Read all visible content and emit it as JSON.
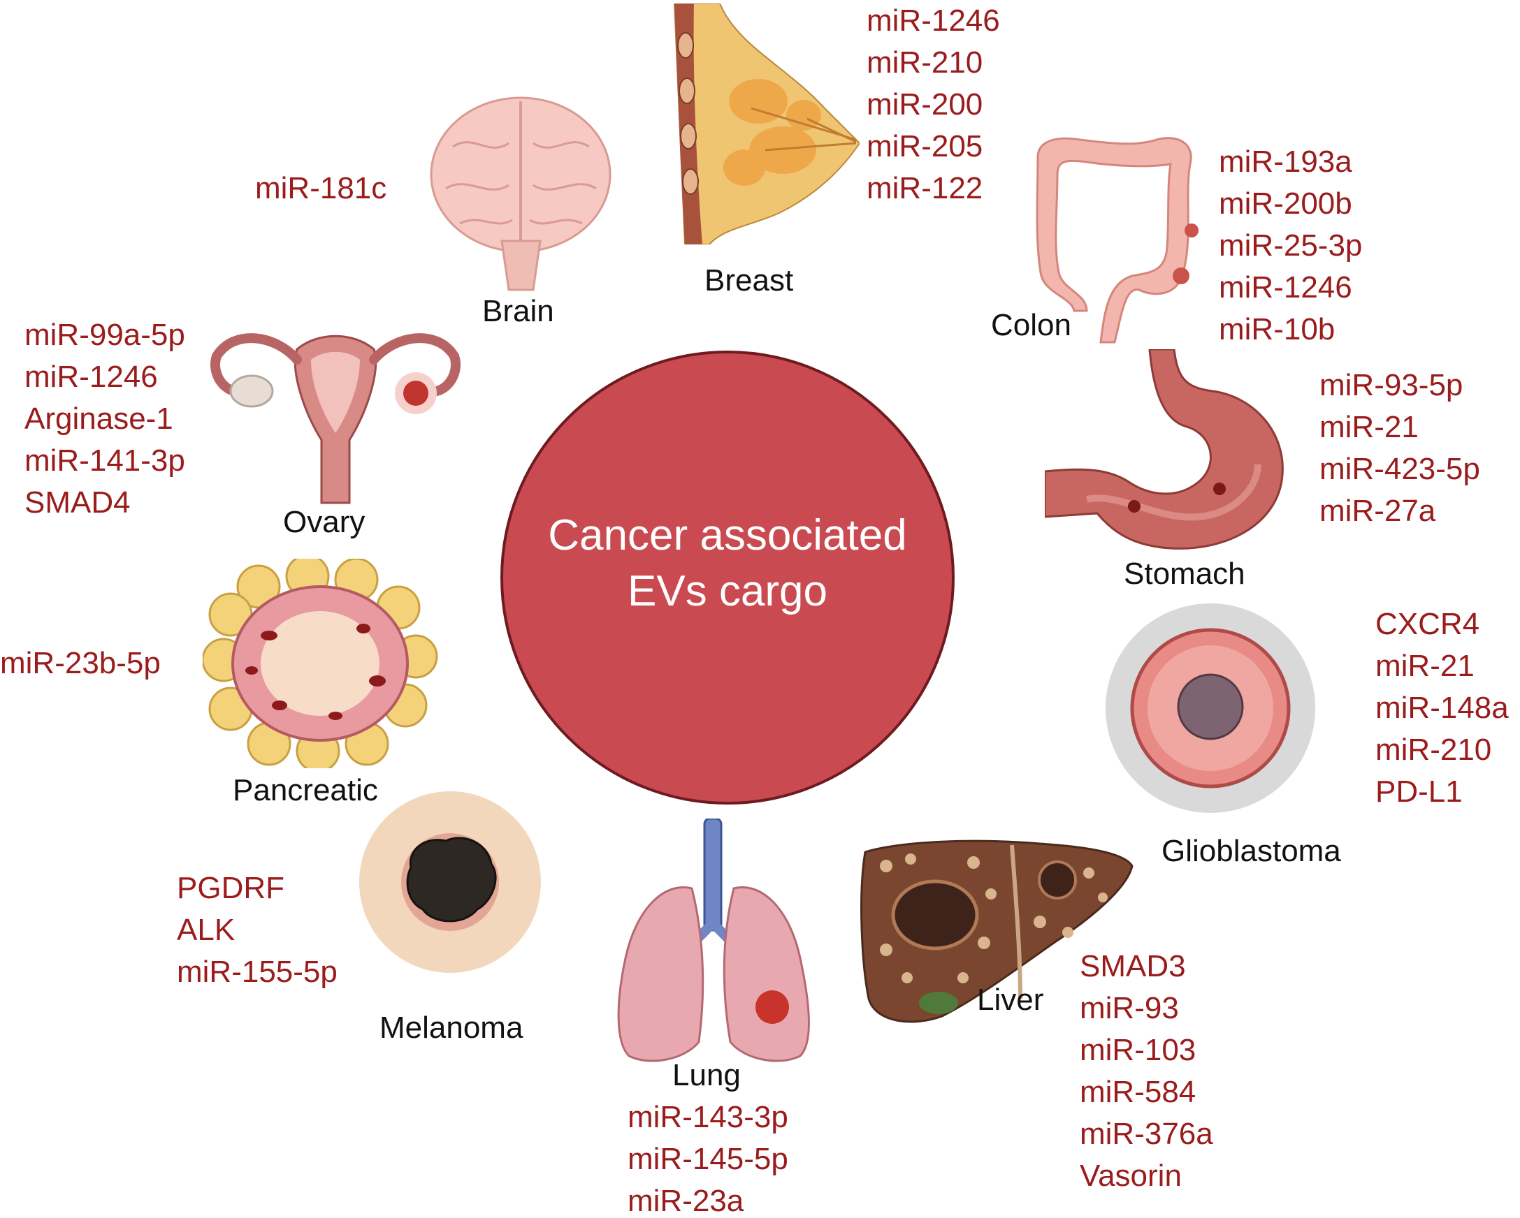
{
  "center": {
    "line1": "Cancer associated",
    "line2": "EVs cargo",
    "fill_color": "#c94a50"
  },
  "colors": {
    "cargo_text": "#9a1c1c",
    "label_text": "#111111"
  },
  "organs": {
    "breast": {
      "label": "Breast",
      "cargo": [
        "miR-1246",
        "miR-210",
        "miR-200",
        "miR-205",
        "miR-122"
      ]
    },
    "brain": {
      "label": "Brain",
      "cargo": [
        "miR-181c"
      ]
    },
    "colon": {
      "label": "Colon",
      "cargo": [
        "miR-193a",
        "miR-200b",
        "miR-25-3p",
        "miR-1246",
        "miR-10b"
      ]
    },
    "ovary": {
      "label": "Ovary",
      "cargo": [
        "miR-99a-5p",
        "miR-1246",
        "Arginase-1",
        "miR-141-3p",
        "SMAD4"
      ]
    },
    "stomach": {
      "label": "Stomach",
      "cargo": [
        "miR-93-5p",
        "miR-21",
        "miR-423-5p",
        "miR-27a"
      ]
    },
    "pancreatic": {
      "label": "Pancreatic",
      "cargo": [
        "miR-23b-5p"
      ]
    },
    "glioblastoma": {
      "label": "Glioblastoma",
      "cargo": [
        "CXCR4",
        "miR-21",
        "miR-148a",
        "miR-210",
        "PD-L1"
      ]
    },
    "melanoma": {
      "label": "Melanoma",
      "cargo": [
        "PGDRF",
        "ALK",
        "miR-155-5p"
      ]
    },
    "lung": {
      "label": "Lung",
      "cargo": [
        "miR-143-3p",
        "miR-145-5p",
        "miR-23a"
      ]
    },
    "liver": {
      "label": "Liver",
      "cargo": [
        "SMAD3",
        "miR-93",
        "miR-103",
        "miR-584",
        "miR-376a",
        "Vasorin"
      ]
    }
  }
}
